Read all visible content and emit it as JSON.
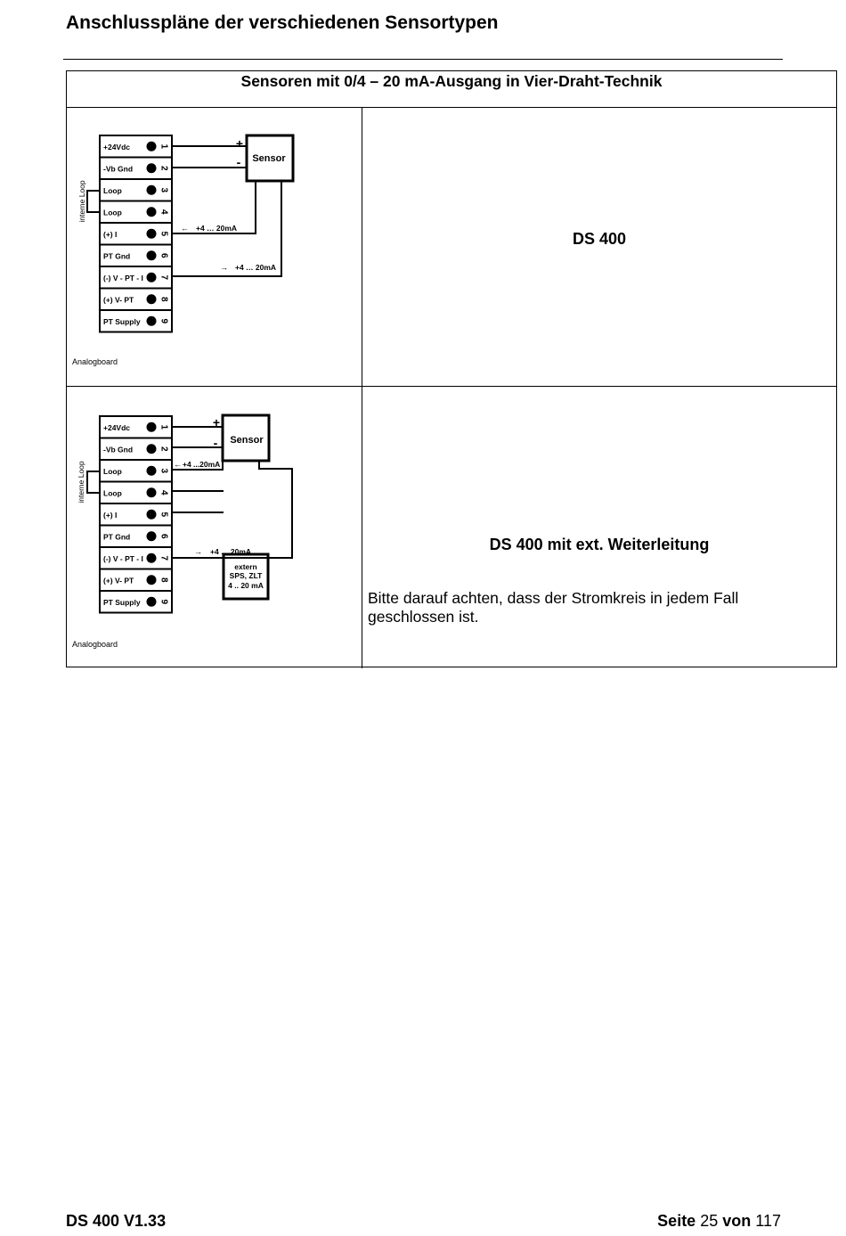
{
  "header": {
    "title": "Anschlusspläne der verschiedenen Sensortypen"
  },
  "table": {
    "heading": "Sensoren mit 0/4 – 20 mA-Ausgang in Vier-Draht-Technik",
    "rows": [
      {
        "title": "DS 400",
        "note": "",
        "diagram": {
          "terminals": [
            "+24Vdc",
            "-Vb Gnd",
            "Loop",
            "Loop",
            "(+) I",
            "PT Gnd",
            "(-) V - PT - I",
            "(+) V- PT",
            "PT Supply"
          ],
          "numbers": [
            "1",
            "2",
            "3",
            "4",
            "5",
            "6",
            "7",
            "8",
            "9"
          ],
          "loop_label": "interne Loop",
          "sensor": "Sensor",
          "plus": "+",
          "minus": "-",
          "signal_in": "+4 … 20mA",
          "signal_out": "+4 … 20mA",
          "board": "Analogboard"
        }
      },
      {
        "title": "DS 400 mit ext. Weiterleitung",
        "note": "Bitte darauf achten, dass der Stromkreis in jedem Fall geschlossen ist.",
        "diagram": {
          "terminals": [
            "+24Vdc",
            "-Vb Gnd",
            "Loop",
            "Loop",
            "(+) I",
            "PT Gnd",
            "(-) V - PT - I",
            "(+) V- PT",
            "PT Supply"
          ],
          "numbers": [
            "1",
            "2",
            "3",
            "4",
            "5",
            "6",
            "7",
            "8",
            "9"
          ],
          "loop_label": "interne Loop",
          "sensor": "Sensor",
          "plus": "+",
          "minus": "-",
          "signal_in": "+4 ...20mA",
          "signal_out": "+4 … 20mA",
          "extern_lines": [
            "extern",
            "SPS, ZLT",
            "4 .. 20 mA"
          ],
          "board": "Analogboard"
        }
      }
    ]
  },
  "footer": {
    "doc": "DS 400 V1.33",
    "page_word": "Seite",
    "page_num": "25",
    "of_word": "von",
    "page_total": "117"
  }
}
